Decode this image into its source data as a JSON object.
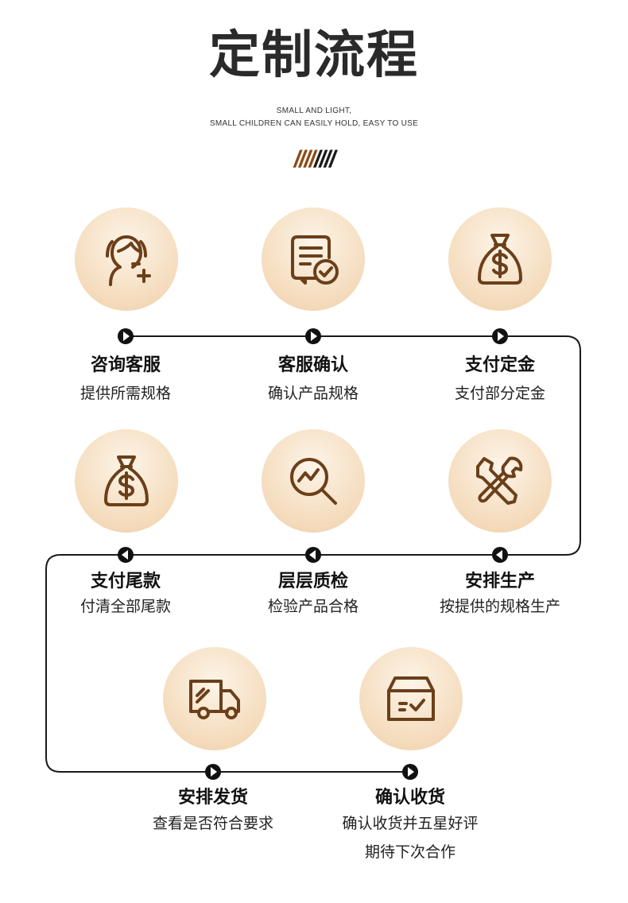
{
  "header": {
    "title": "定制流程",
    "subtitle_line1": "SMALL AND LIGHT,",
    "subtitle_line2": "SMALL CHILDREN CAN EASILY HOLD, EASY TO USE",
    "slashes_accent": "////",
    "slashes_dark": "////"
  },
  "colors": {
    "icon_stroke": "#6b3f1a",
    "circle_light": "#fdf4e8",
    "circle_dark": "#edcea8",
    "line": "#1a1a1a",
    "slash_accent": "#8a4a18"
  },
  "steps": [
    {
      "icon": "customer-service-icon",
      "title": "咨询客服",
      "desc": [
        "提供所需规格"
      ]
    },
    {
      "icon": "document-check-icon",
      "title": "客服确认",
      "desc": [
        "确认产品规格"
      ]
    },
    {
      "icon": "money-bag-icon",
      "title": "支付定金",
      "desc": [
        "支付部分定金"
      ]
    },
    {
      "icon": "money-bag-icon",
      "title": "支付尾款",
      "desc": [
        "付清全部尾款"
      ]
    },
    {
      "icon": "magnifier-chart-icon",
      "title": "层层质检",
      "desc": [
        "检验产品合格"
      ]
    },
    {
      "icon": "tools-icon",
      "title": "安排生产",
      "desc": [
        "按提供的规格生产"
      ]
    },
    {
      "icon": "delivery-truck-icon",
      "title": "安排发货",
      "desc": [
        "查看是否符合要求"
      ]
    },
    {
      "icon": "package-box-icon",
      "title": "确认收货",
      "desc": [
        "确认收货并五星好评",
        "期待下次合作"
      ]
    }
  ]
}
